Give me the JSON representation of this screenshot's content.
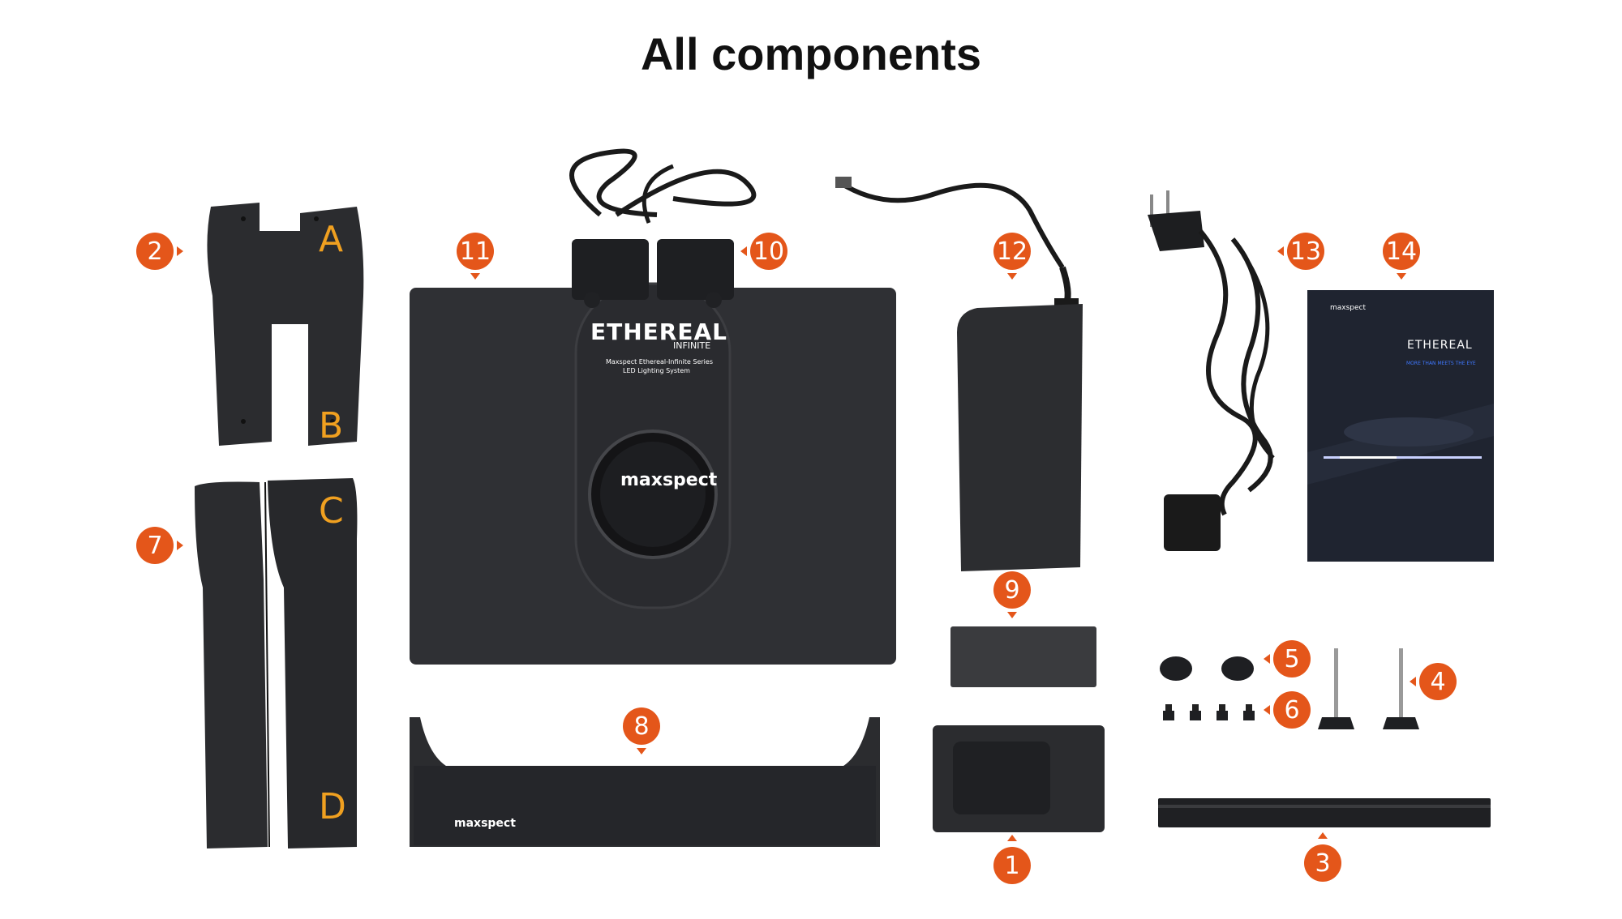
{
  "title": "All components",
  "badges": {
    "b1": "1",
    "b2": "2",
    "b3": "3",
    "b4": "4",
    "b5": "5",
    "b6": "6",
    "b7": "7",
    "b8": "8",
    "b9": "9",
    "b10": "10",
    "b11": "11",
    "b12": "12",
    "b13": "13",
    "b14": "14"
  },
  "letters": {
    "a": "A",
    "b": "B",
    "c": "C",
    "d": "D"
  },
  "brand": "maxspect",
  "light_unit": {
    "logo": "ETHEREAL",
    "logo_sub": "INFINITE",
    "series_line1": "Maxspect Ethereal-Infinite Series",
    "series_line2": "LED Lighting System"
  },
  "manual": {
    "logo": "ETHEREAL",
    "tagline": "MORE THAN MEETS THE EYE"
  },
  "colors": {
    "badge": "#e4561a",
    "letter": "#f0a020",
    "part": "#2b2c2f"
  }
}
